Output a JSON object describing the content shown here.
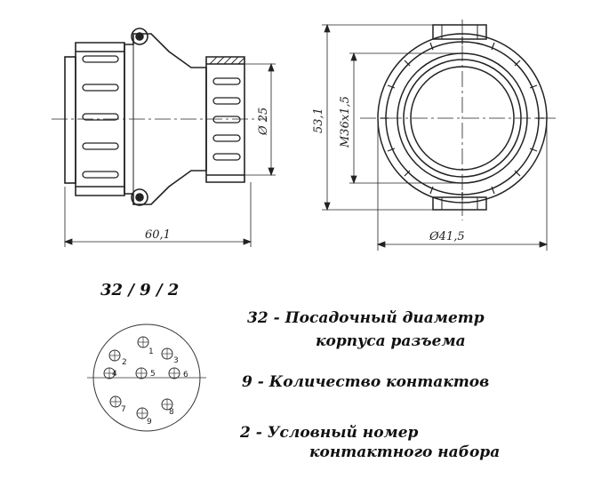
{
  "side_view": {
    "length_label": "60,1",
    "diameter_label": "Ø 25"
  },
  "front_view": {
    "height_label": "53,1",
    "thread_label": "M36x1,5",
    "diameter_label": "Ø41,5"
  },
  "pin_layout": {
    "code": "32 / 9 / 2",
    "pins": [
      "1",
      "2",
      "3",
      "4",
      "5",
      "6",
      "7",
      "8",
      "9"
    ]
  },
  "legend": {
    "line1_num": "32",
    "line1_text": "-  Посадочный диаметр",
    "line1_cont": "корпуса разъема",
    "line2_num": "9",
    "line2_text": "- Количество контактов",
    "line3_num": "2",
    "line3_text": "-  Условный номер",
    "line3_cont": "контактного набора"
  }
}
